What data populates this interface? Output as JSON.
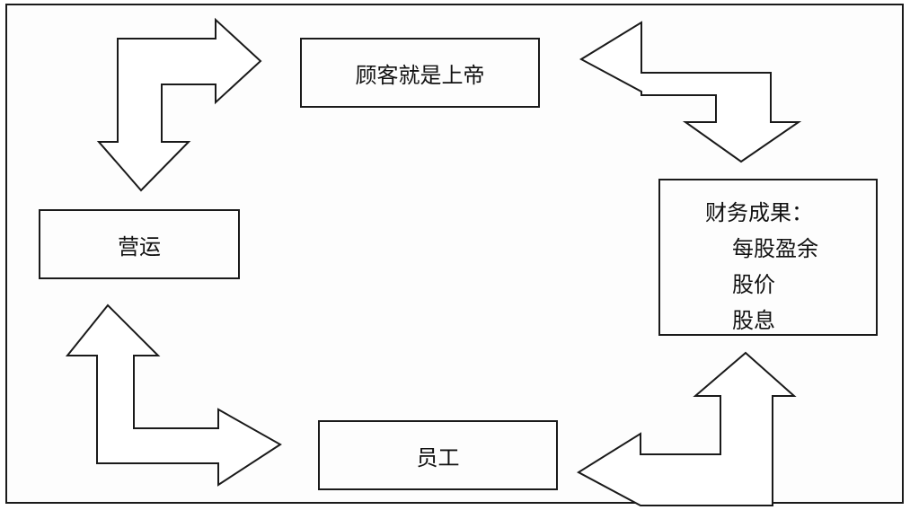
{
  "diagram": {
    "top_box": {
      "label": "顾客就是上帝"
    },
    "left_box": {
      "label": "营运"
    },
    "bottom_box": {
      "label": "员工"
    },
    "right_box": {
      "title": "财务成果：",
      "items": [
        "每股盈余",
        "股价",
        "股息"
      ]
    }
  }
}
